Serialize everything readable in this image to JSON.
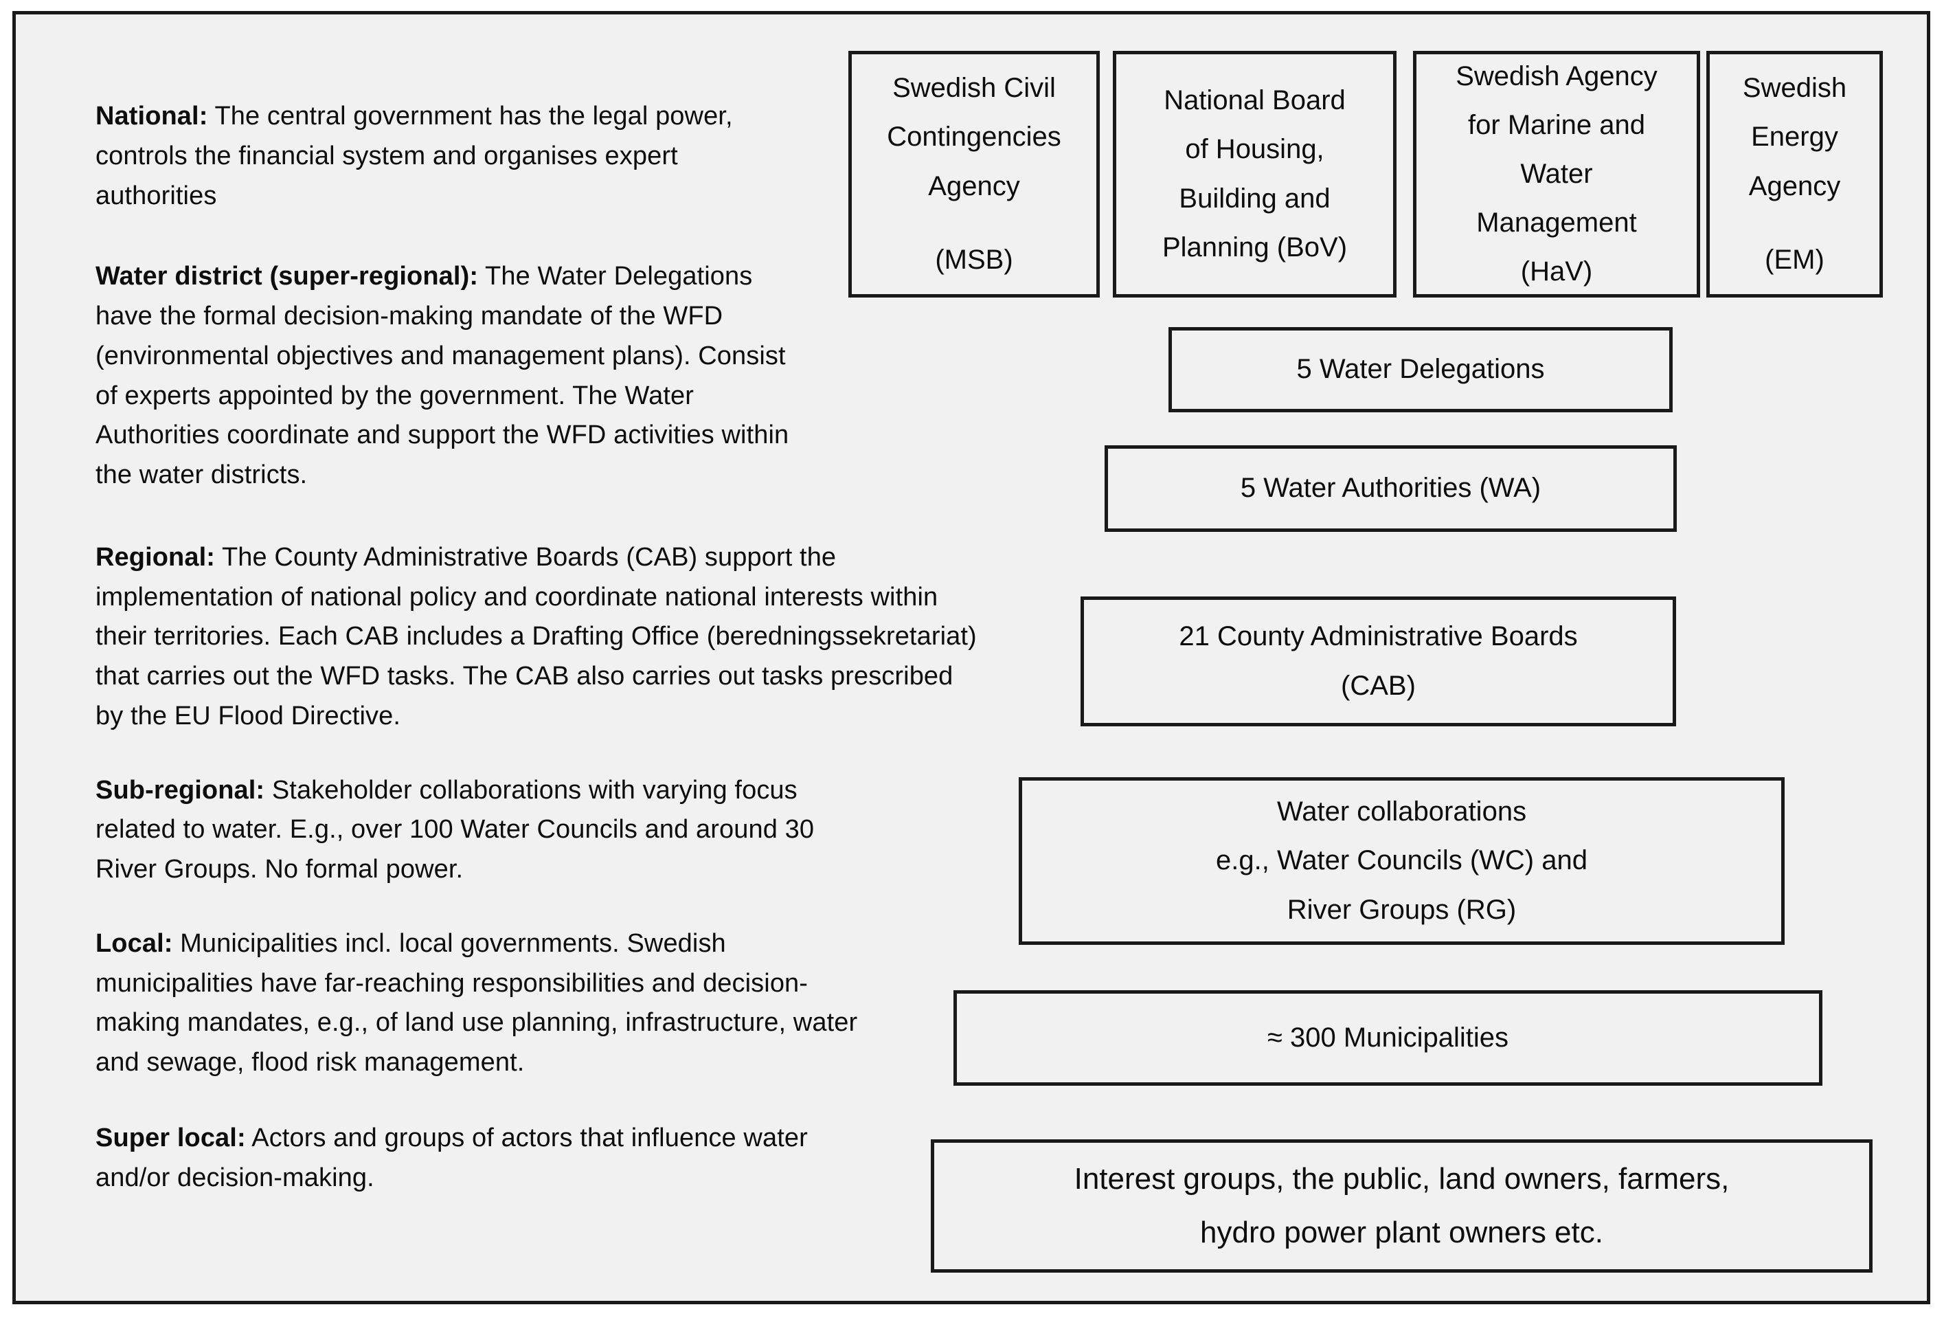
{
  "figure": {
    "title": "Swedish water governance levels",
    "background_color": "#f1f1f1",
    "border_color": "#1a1a1a"
  },
  "levels": [
    {
      "label": "National:",
      "text": " The central government has the legal power, controls the financial system and organises expert authorities"
    },
    {
      "label": "Water district (super-regional):",
      "text": " The Water Delegations have the formal decision-making mandate of the WFD (environmental objectives and management plans). Consist of experts appointed by the government. The Water Authorities coordinate and support the WFD activities within the water districts."
    },
    {
      "label": "Regional:",
      "text": " The County Administrative Boards (CAB) support the implementation of national policy and coordinate national interests within their territories. Each CAB includes a Drafting Office (beredningssekretariat) that carries out the WFD tasks. The CAB also carries out tasks prescribed by the EU Flood Directive."
    },
    {
      "label": "Sub-regional:",
      "text": " Stakeholder collaborations with varying focus related to water. E.g., over 100 Water Councils and around 30 River Groups. No formal power."
    },
    {
      "label": "Local:",
      "text": " Municipalities incl. local governments. Swedish municipalities have far-reaching responsibilities and decision-making mandates, e.g., of land use planning, infrastructure, water and sewage, flood risk management."
    },
    {
      "label": "Super local:",
      "text": " Actors and groups of actors that influence water and/or decision-making."
    }
  ],
  "boxes": {
    "msb": {
      "line1": "Swedish Civil",
      "line2": "Contingencies",
      "line3": "Agency",
      "line4": "(MSB)"
    },
    "bov": {
      "line1": "National Board",
      "line2": "of Housing,",
      "line3": "Building and",
      "line4": "Planning (BoV)"
    },
    "hav": {
      "line1": "Swedish Agency",
      "line2": "for Marine and",
      "line3": "Water",
      "line4": "Management",
      "line5": "(HaV)"
    },
    "em": {
      "line1": "Swedish",
      "line2": "Energy",
      "line3": "Agency",
      "line4": "(EM)"
    },
    "water_delegations": {
      "line1": "5 Water Delegations"
    },
    "water_authorities": {
      "line1": "5 Water Authorities (WA)"
    },
    "county_boards": {
      "line1": "21 County Administrative Boards",
      "line2": "(CAB)"
    },
    "water_collaborations": {
      "line1": "Water collaborations",
      "line2": "e.g., Water Councils (WC) and",
      "line3": "River Groups (RG)"
    },
    "municipalities": {
      "line1": "≈ 300 Municipalities"
    },
    "interest_groups": {
      "line1": "Interest groups, the public, land owners, farmers,",
      "line2": "hydro power plant owners etc."
    }
  }
}
